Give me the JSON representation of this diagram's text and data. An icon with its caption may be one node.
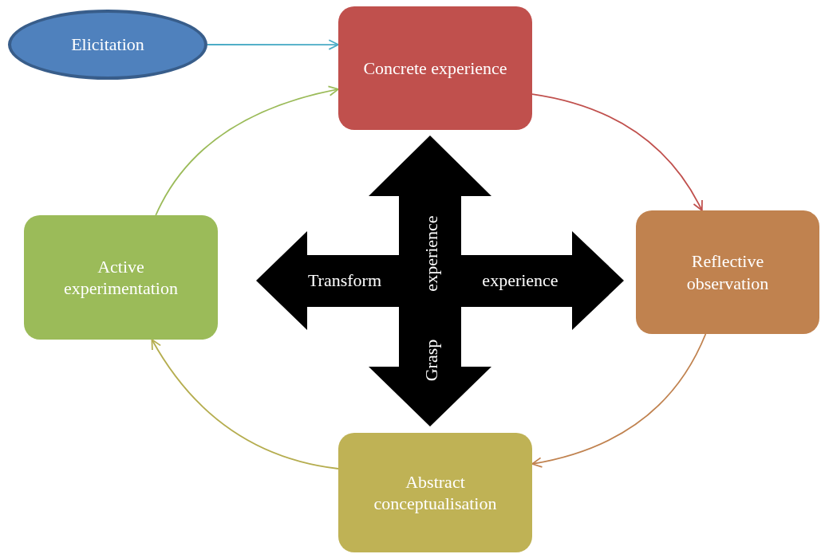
{
  "diagram": {
    "nodes": [
      {
        "text": [
          "Elicitation"
        ]
      },
      {
        "text": [
          "Concrete experience"
        ]
      },
      {
        "text": [
          "Reflective observation"
        ]
      },
      {
        "text": [
          "Abstract conceptualisation"
        ]
      },
      {
        "text": [
          "Active experimentation"
        ]
      }
    ],
    "edges": [
      {
        "from": 0,
        "to": 1,
        "arrow": "to",
        "color": "#4bacc6"
      },
      {
        "from": 1,
        "to": 2,
        "arrow": "to",
        "color": "#c0504d"
      },
      {
        "from": 2,
        "to": 3,
        "arrow": "to",
        "color": "#c0824f"
      },
      {
        "from": 3,
        "to": 4,
        "arrow": "to",
        "color": "#b5ad4f"
      },
      {
        "from": 4,
        "to": 1,
        "arrow": "to",
        "color": "#9bbb59"
      }
    ],
    "labels": [
      "Transform",
      "experience",
      "experience",
      "Grasp"
    ]
  }
}
